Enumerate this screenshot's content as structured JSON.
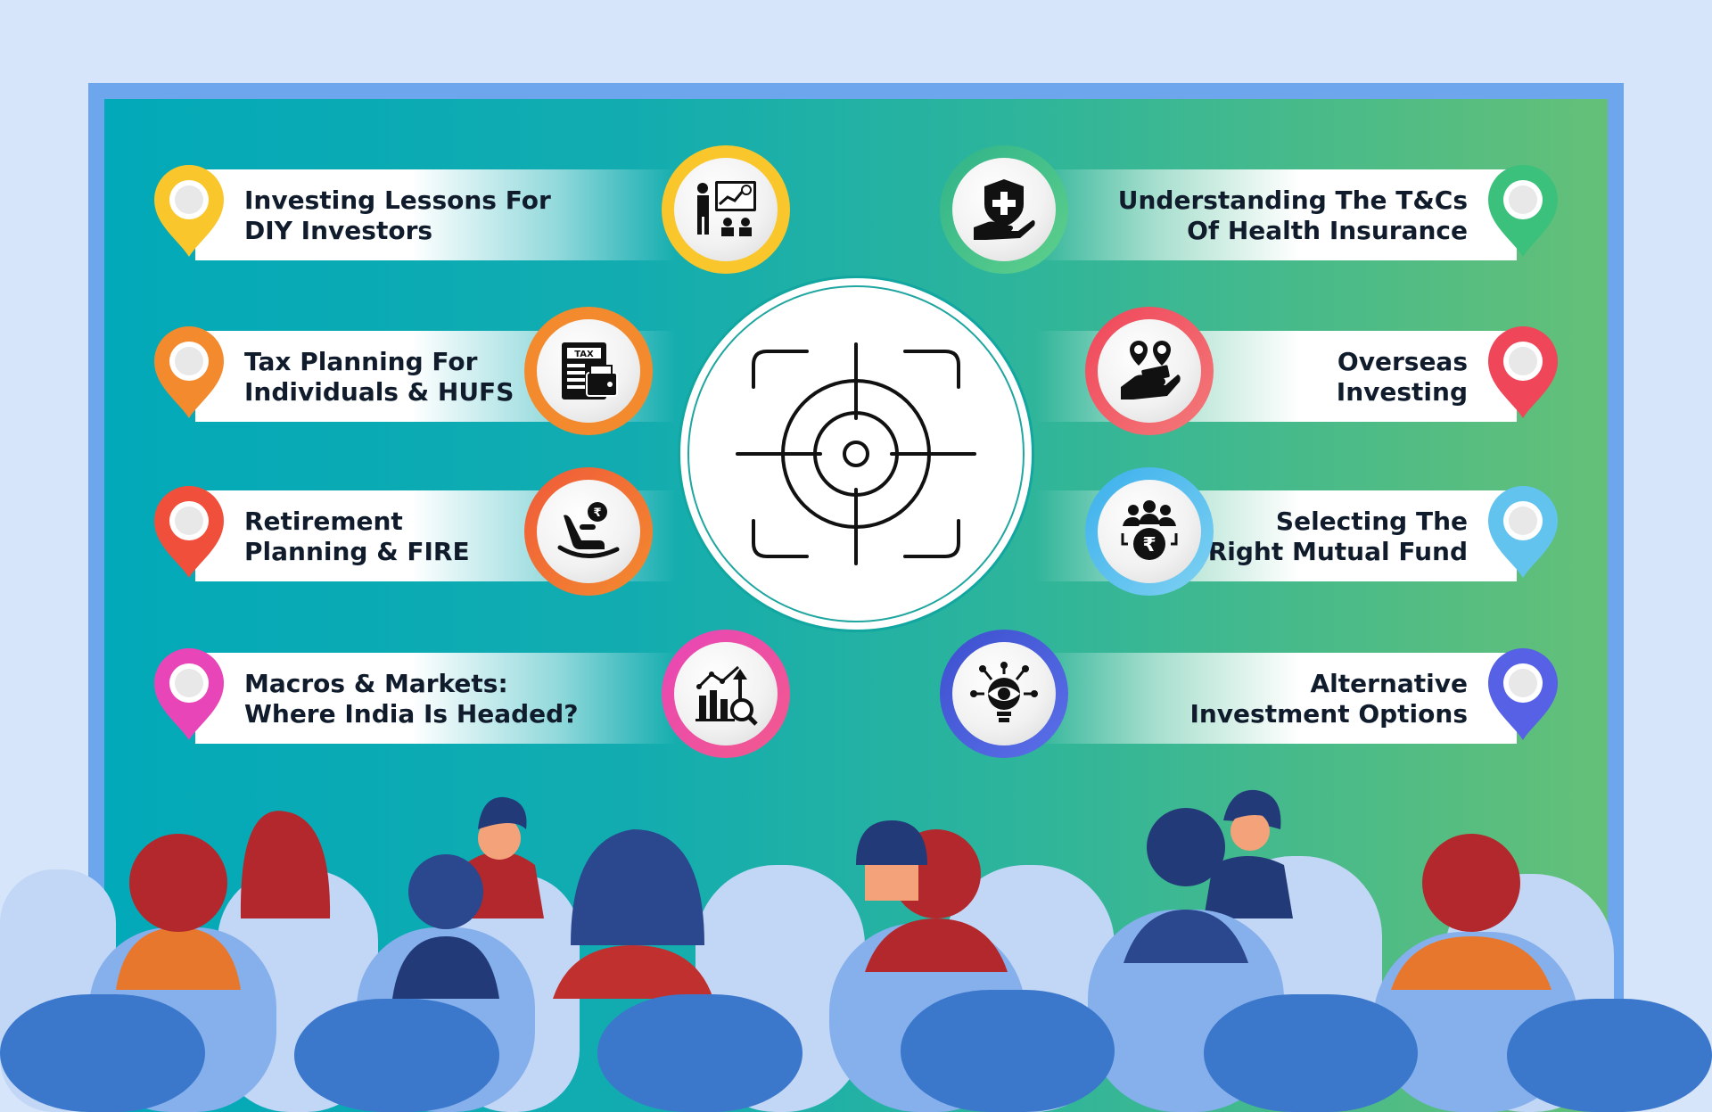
{
  "center": {
    "icon": "target-crosshair-icon"
  },
  "topics_left": [
    {
      "line1": "Investing Lessons For",
      "line2": "DIY Investors",
      "color": "#f9c62b",
      "icon": "presentation-icon"
    },
    {
      "line1": "Tax Planning For",
      "line2": "Individuals & HUFS",
      "color": "#f38b2e",
      "icon": "tax-document-icon"
    },
    {
      "line1": "Retirement",
      "line2": "Planning & FIRE",
      "color": "#f0503b",
      "icon": "rocking-chair-icon"
    },
    {
      "line1": "Macros & Markets:",
      "line2": "Where India Is Headed?",
      "color": "#e846b8",
      "icon": "market-analysis-icon"
    }
  ],
  "topics_right": [
    {
      "line1": "Understanding The T&Cs",
      "line2": "Of Health Insurance",
      "color": "#3bc17b",
      "icon": "health-insurance-icon"
    },
    {
      "line1": "Overseas",
      "line2": "Investing",
      "color": "#f0465a",
      "icon": "overseas-investing-icon"
    },
    {
      "line1": "Selecting The",
      "line2": "Right Mutual Fund",
      "color": "#62c3ef",
      "icon": "mutual-fund-icon"
    },
    {
      "line1": "Alternative",
      "line2": "Investment Options",
      "color": "#5661e6",
      "icon": "idea-investment-icon"
    }
  ]
}
